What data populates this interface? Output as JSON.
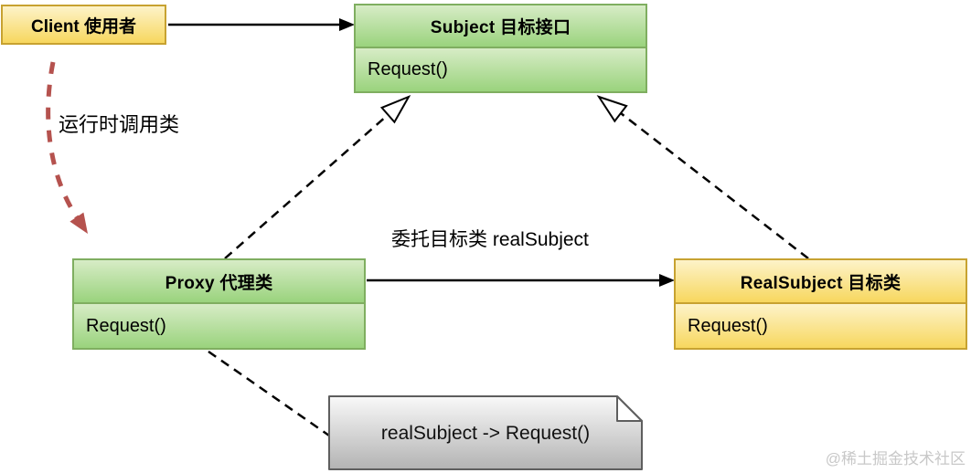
{
  "colors": {
    "green_fill_top": "#d7ecc6",
    "green_fill_bottom": "#9ad37d",
    "green_border": "#7fae60",
    "yellow_fill_top": "#fdf3c9",
    "yellow_fill_bottom": "#f7d75e",
    "yellow_border": "#c7a231",
    "note_fill_top": "#f9f9f9",
    "note_fill_bottom": "#b3b3b3",
    "note_border": "#5e5e5e",
    "red_arrow": "#b5524e",
    "connector": "#000000",
    "watermark": "#c8c8c8"
  },
  "diagram": {
    "type": "uml-class-diagram",
    "pattern": "Proxy",
    "classes": {
      "client": {
        "title": "Client 使用者"
      },
      "subject": {
        "title": "Subject  目标接口",
        "method": "Request()"
      },
      "proxy": {
        "title": "Proxy 代理类",
        "method": "Request()"
      },
      "real_subject": {
        "title": "RealSubject 目标类",
        "method": "Request()"
      }
    },
    "note": {
      "text": "realSubject -> Request()"
    },
    "labels": {
      "runtime_call": "运行时调用类",
      "delegation": "委托目标类 realSubject"
    },
    "relations": [
      {
        "from": "Client",
        "to": "Subject",
        "type": "solid-arrow"
      },
      {
        "from": "Proxy",
        "to": "Subject",
        "type": "dashed-generalization-hollow-triangle"
      },
      {
        "from": "RealSubject",
        "to": "Subject",
        "type": "dashed-generalization-hollow-triangle"
      },
      {
        "from": "Proxy",
        "to": "RealSubject",
        "type": "solid-arrow",
        "label": "委托目标类 realSubject"
      },
      {
        "from": "Client",
        "to": "Proxy",
        "type": "red-dashed-curved-arrow",
        "label": "运行时调用类"
      },
      {
        "from": "Proxy",
        "to": "Note",
        "type": "dashed-link"
      }
    ],
    "watermark": "@稀土掘金技术社区"
  }
}
